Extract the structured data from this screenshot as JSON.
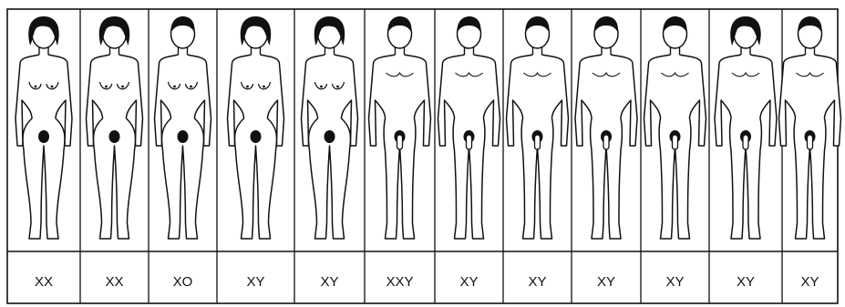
{
  "figure": {
    "panels": [
      {
        "karyotype": "XX",
        "hair": "long",
        "body": "female"
      },
      {
        "karyotype": "XX",
        "hair": "long",
        "body": "female"
      },
      {
        "karyotype": "XO",
        "hair": "short",
        "body": "female"
      },
      {
        "karyotype": "XY",
        "hair": "long",
        "body": "female"
      },
      {
        "karyotype": "XY",
        "hair": "long",
        "body": "female"
      },
      {
        "karyotype": "XXY",
        "hair": "short",
        "body": "male"
      },
      {
        "karyotype": "XY",
        "hair": "short",
        "body": "male"
      },
      {
        "karyotype": "XY",
        "hair": "short",
        "body": "male"
      },
      {
        "karyotype": "XY",
        "hair": "short",
        "body": "male"
      },
      {
        "karyotype": "XY",
        "hair": "short",
        "body": "male"
      },
      {
        "karyotype": "XY",
        "hair": "long",
        "body": "male"
      },
      {
        "karyotype": "XY",
        "hair": "short",
        "body": "male"
      }
    ],
    "colors": {
      "ink": "#111111",
      "paper": "#ffffff"
    }
  }
}
